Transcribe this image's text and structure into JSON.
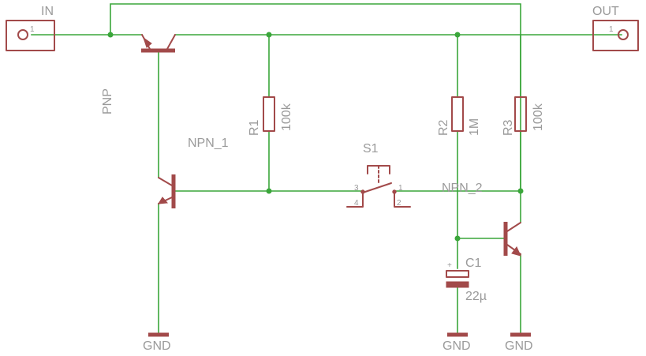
{
  "connectors": {
    "in": {
      "name": "IN",
      "pin": "1"
    },
    "out": {
      "name": "OUT",
      "pin": "1"
    }
  },
  "transistors": {
    "pnp": {
      "name": "PNP"
    },
    "npn1": {
      "name": "NPN_1"
    },
    "npn2": {
      "name": "NPN_2"
    }
  },
  "resistors": {
    "r1": {
      "name": "R1",
      "value": "100k"
    },
    "r2": {
      "name": "R2",
      "value": "1M"
    },
    "r3": {
      "name": "R3",
      "value": "100k"
    }
  },
  "switch": {
    "name": "S1",
    "pins": {
      "p1": "1",
      "p2": "2",
      "p3": "3",
      "p4": "4"
    }
  },
  "capacitor": {
    "name": "C1",
    "value": "22µ",
    "polarity": "+"
  },
  "grounds": {
    "g1": "GND",
    "g2": "GND",
    "g3": "GND"
  },
  "colors": {
    "wire": "#3aa63a",
    "part": "#a24a4a",
    "label": "#9a9a9a",
    "background": "#ffffff"
  }
}
